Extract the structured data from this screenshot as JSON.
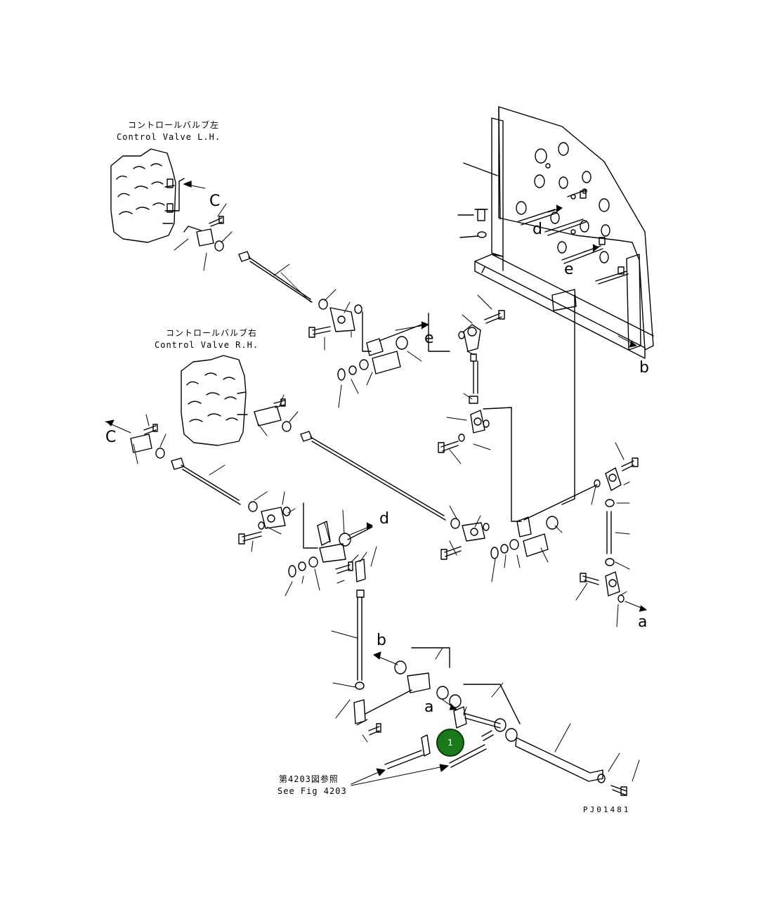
{
  "labels": {
    "control_valve_lh_jp": "コントロールバルブ左",
    "control_valve_lh_en": "Control Valve L.H.",
    "control_valve_rh_jp": "コントロールバルブ右",
    "control_valve_rh_en": "Control Valve R.H.",
    "see_fig_jp": "第4203図参照",
    "see_fig_en": "See Fig 4203",
    "drawing_number": "PJ01481"
  },
  "reference_letters": {
    "a1": "a",
    "a2": "a",
    "b1": "b",
    "b2": "b",
    "c1": "C",
    "c2": "C",
    "d1": "d",
    "d2": "d",
    "e1": "e",
    "e2": "e"
  },
  "callouts": [
    {
      "number": "1",
      "color": "#1a7a1a"
    }
  ]
}
